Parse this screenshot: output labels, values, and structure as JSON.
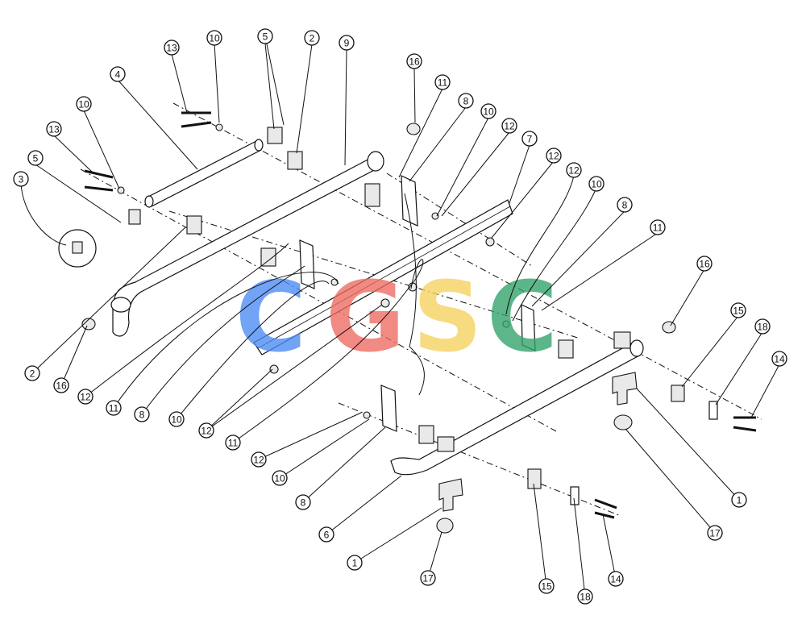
{
  "watermark": {
    "letters": [
      {
        "char": "C",
        "color": "#4a8af4"
      },
      {
        "char": "G",
        "color": "#ee6a5f"
      },
      {
        "char": "S",
        "color": "#f5d15e"
      },
      {
        "char": "C",
        "color": "#2fa269"
      }
    ]
  },
  "callouts": [
    {
      "label": "13"
    },
    {
      "label": "10"
    },
    {
      "label": "5"
    },
    {
      "label": "2"
    },
    {
      "label": "9"
    },
    {
      "label": "16"
    },
    {
      "label": "11"
    },
    {
      "label": "8"
    },
    {
      "label": "10"
    },
    {
      "label": "12"
    },
    {
      "label": "4"
    },
    {
      "label": "10"
    },
    {
      "label": "13"
    },
    {
      "label": "5"
    },
    {
      "label": "3"
    },
    {
      "label": "7"
    },
    {
      "label": "12"
    },
    {
      "label": "12"
    },
    {
      "label": "10"
    },
    {
      "label": "8"
    },
    {
      "label": "11"
    },
    {
      "label": "16"
    },
    {
      "label": "15"
    },
    {
      "label": "18"
    },
    {
      "label": "14"
    },
    {
      "label": "2"
    },
    {
      "label": "16"
    },
    {
      "label": "12"
    },
    {
      "label": "11"
    },
    {
      "label": "8"
    },
    {
      "label": "10"
    },
    {
      "label": "12"
    },
    {
      "label": "11"
    },
    {
      "label": "12"
    },
    {
      "label": "10"
    },
    {
      "label": "8"
    },
    {
      "label": "6"
    },
    {
      "label": "1"
    },
    {
      "label": "17"
    },
    {
      "label": "15"
    },
    {
      "label": "18"
    },
    {
      "label": "14"
    },
    {
      "label": "1"
    },
    {
      "label": "17"
    }
  ]
}
